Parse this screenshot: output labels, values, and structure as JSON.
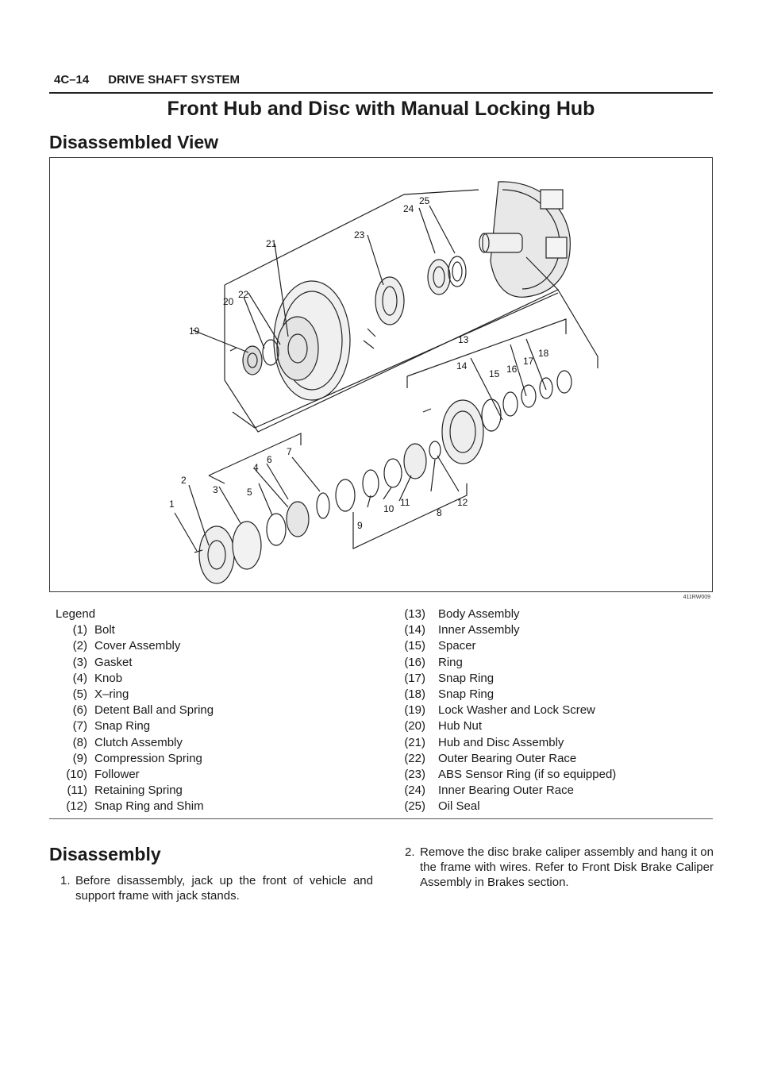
{
  "header": {
    "page_number": "4C–14",
    "section": "DRIVE SHAFT SYSTEM"
  },
  "title": "Front Hub and Disc with Manual Locking Hub",
  "subheading": "Disassembled View",
  "figure": {
    "id": "411RW009",
    "callouts": [
      "1",
      "2",
      "3",
      "4",
      "5",
      "6",
      "7",
      "8",
      "9",
      "10",
      "11",
      "12",
      "13",
      "14",
      "15",
      "16",
      "17",
      "18",
      "19",
      "20",
      "21",
      "22",
      "23",
      "24",
      "25"
    ]
  },
  "legend": {
    "heading": "Legend",
    "left": [
      {
        "num": "(1)",
        "label": "Bolt"
      },
      {
        "num": "(2)",
        "label": "Cover Assembly"
      },
      {
        "num": "(3)",
        "label": "Gasket"
      },
      {
        "num": "(4)",
        "label": "Knob"
      },
      {
        "num": "(5)",
        "label": "X–ring"
      },
      {
        "num": "(6)",
        "label": "Detent Ball and Spring"
      },
      {
        "num": "(7)",
        "label": "Snap Ring"
      },
      {
        "num": "(8)",
        "label": "Clutch Assembly"
      },
      {
        "num": "(9)",
        "label": "Compression Spring"
      },
      {
        "num": "(10)",
        "label": "Follower"
      },
      {
        "num": "(11)",
        "label": "Retaining Spring"
      },
      {
        "num": "(12)",
        "label": "Snap Ring and Shim"
      }
    ],
    "right": [
      {
        "num": "(13)",
        "label": "Body Assembly"
      },
      {
        "num": "(14)",
        "label": "Inner Assembly"
      },
      {
        "num": "(15)",
        "label": "Spacer"
      },
      {
        "num": "(16)",
        "label": "Ring"
      },
      {
        "num": "(17)",
        "label": "Snap Ring"
      },
      {
        "num": "(18)",
        "label": "Snap Ring"
      },
      {
        "num": "(19)",
        "label": "Lock Washer and Lock Screw"
      },
      {
        "num": "(20)",
        "label": "Hub Nut"
      },
      {
        "num": "(21)",
        "label": "Hub and Disc Assembly"
      },
      {
        "num": "(22)",
        "label": "Outer Bearing Outer Race"
      },
      {
        "num": "(23)",
        "label": "ABS Sensor Ring (if so equipped)"
      },
      {
        "num": "(24)",
        "label": "Inner Bearing Outer Race"
      },
      {
        "num": "(25)",
        "label": "Oil Seal"
      }
    ]
  },
  "section2": {
    "heading": "Disassembly",
    "steps": [
      {
        "num": "1.",
        "text": "Before disassembly, jack up the front of vehicle and support frame with jack stands."
      },
      {
        "num": "2.",
        "text": "Remove the disc brake caliper assembly and hang it on the frame with wires. Refer to Front Disk Brake Caliper Assembly in Brakes section."
      }
    ]
  }
}
